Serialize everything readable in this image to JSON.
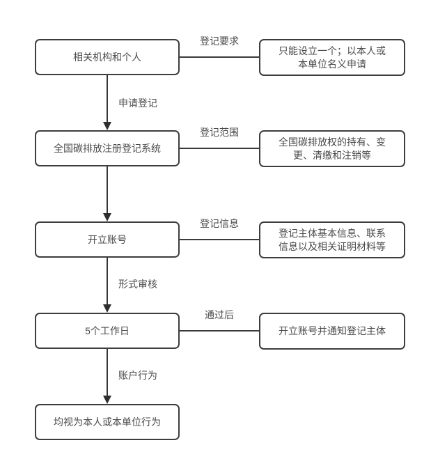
{
  "flowchart": {
    "title": "",
    "left_nodes": [
      {
        "label": "相关机构和个人"
      },
      {
        "label": "全国碳排放注册登记系统"
      },
      {
        "label": "开立账号"
      },
      {
        "label": "5个工作日"
      },
      {
        "label": "均视为本人或本单位行为"
      }
    ],
    "right_nodes": [
      {
        "label": "只能设立一个；以本人或\n本单位名义申请"
      },
      {
        "label": "全国碳排放权的持有、变\n更、清缴和注销等"
      },
      {
        "label": "登记主体基本信息、联系\n信息以及相关证明材料等"
      },
      {
        "label": "开立账号并通知登记主体"
      }
    ],
    "down_arrow_labels": [
      "申请登记",
      "",
      "形式审核",
      "账户行为"
    ],
    "connector_labels": [
      "登记要求",
      "登记范围",
      "登记信息",
      "通过后"
    ],
    "colors": {
      "background": "#ffffff",
      "box_border": "#3d3d3d",
      "line": "#353535",
      "text": "#4a4a4a"
    }
  }
}
